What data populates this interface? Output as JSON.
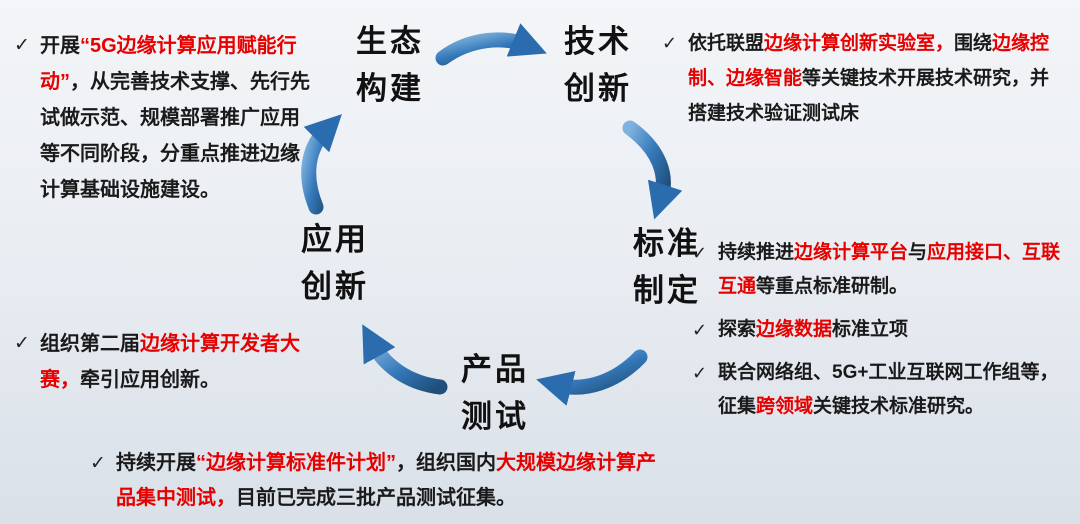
{
  "slide": {
    "bullet_char": "✓",
    "colors": {
      "red_text": "#e60000",
      "body_text": "#1a1a1a",
      "arrow_light": "#7fb2de",
      "arrow_mid": "#3579ba",
      "arrow_dark": "#1f4e79"
    }
  },
  "cycle": {
    "nodes": [
      {
        "id": "ecosystem-building",
        "line1": "生态",
        "line2": "构建"
      },
      {
        "id": "technology-innovation",
        "line1": "技术",
        "line2": "创新"
      },
      {
        "id": "standard-setting",
        "line1": "标准",
        "line2": "制定"
      },
      {
        "id": "product-testing",
        "line1": "产品",
        "line2": "测试"
      },
      {
        "id": "application-innovation",
        "line1": "应用",
        "line2": "创新"
      }
    ]
  },
  "notes": {
    "left_top": {
      "items": [
        {
          "segments": [
            {
              "t": "开展",
              "red": false
            },
            {
              "t": "“5G边缘计算应用赋能行动”",
              "red": true
            },
            {
              "t": "，从完善技术支撑、先行先试做示范、规模部署推广应用等不同阶段，分重点推进边缘计算基础设施建设。",
              "red": false
            }
          ]
        }
      ]
    },
    "left_bottom": {
      "items": [
        {
          "segments": [
            {
              "t": "组织第二届",
              "red": false
            },
            {
              "t": "边缘计算开发者大赛，",
              "red": true
            },
            {
              "t": "牵引应用创新。",
              "red": false
            }
          ]
        }
      ]
    },
    "right_top": {
      "items": [
        {
          "segments": [
            {
              "t": "依托联盟",
              "red": false
            },
            {
              "t": "边缘计算创新实验室，",
              "red": true
            },
            {
              "t": "围绕",
              "red": false
            },
            {
              "t": "边缘控制、边缘智能",
              "red": true
            },
            {
              "t": "等关键技术开展技术研究，并搭建技术验证测试床",
              "red": false
            }
          ]
        }
      ]
    },
    "right_middle": {
      "items": [
        {
          "segments": [
            {
              "t": "持续推进",
              "red": false
            },
            {
              "t": "边缘计算平台",
              "red": true
            },
            {
              "t": "与",
              "red": false
            },
            {
              "t": "应用接口、互联互通",
              "red": true
            },
            {
              "t": "等重点标准研制。",
              "red": false
            }
          ]
        },
        {
          "segments": [
            {
              "t": "探索",
              "red": false
            },
            {
              "t": "边缘数据",
              "red": true
            },
            {
              "t": "标准立项",
              "red": false
            }
          ]
        },
        {
          "segments": [
            {
              "t": "联合网络组、5G+工业互联网工作组等，征集",
              "red": false
            },
            {
              "t": "跨领域",
              "red": true
            },
            {
              "t": "关键技术标准研究。",
              "red": false
            }
          ]
        }
      ]
    },
    "bottom": {
      "items": [
        {
          "segments": [
            {
              "t": "持续开展",
              "red": false
            },
            {
              "t": "“边缘计算标准件计划”",
              "red": true
            },
            {
              "t": "，组织国内",
              "red": false
            },
            {
              "t": "大规模边缘计算产品集中测试，",
              "red": true
            },
            {
              "t": "目前已完成三批产品测试征集。",
              "red": false
            }
          ]
        }
      ]
    }
  }
}
